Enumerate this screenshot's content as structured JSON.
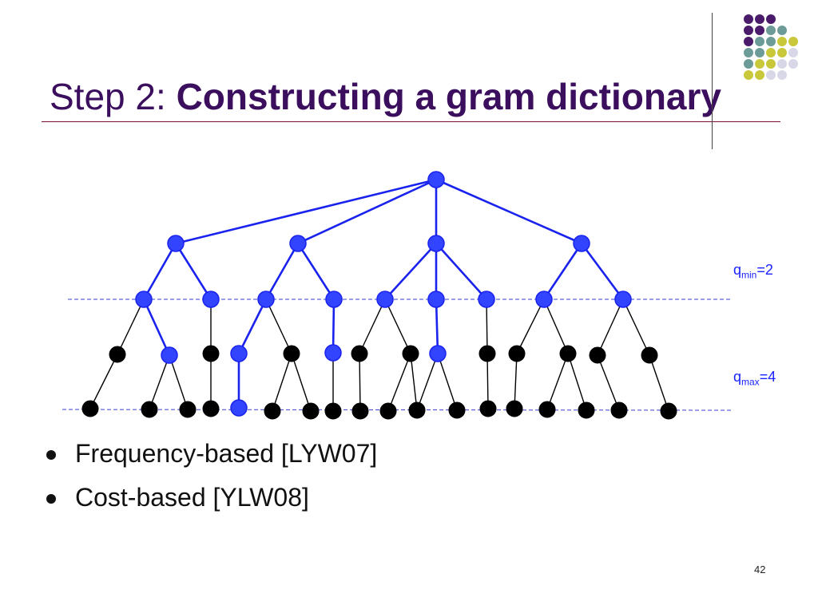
{
  "slide": {
    "title_plain": "Step 2: ",
    "title_bold": "Constructing a gram dictionary",
    "page_number": "42"
  },
  "labels": {
    "qmin_base": "q",
    "qmin_sub": "min",
    "qmin_value": "=2",
    "qmax_base": "q",
    "qmax_sub": "max",
    "qmax_value": "=4"
  },
  "bullets": [
    {
      "text": "Frequency-based [LYW07]"
    },
    {
      "text": "Cost-based [YLW08]"
    }
  ],
  "colors": {
    "title": "#3b0f5e",
    "title_rule": "#7a1030",
    "blue_node": "#3344ff",
    "blue_edge": "#1a23ee",
    "black_node": "#000000",
    "dashed_line": "#3b3fd0",
    "decor_purple": "#4a1a6b",
    "decor_teal": "#6c9b98",
    "decor_yellow": "#c8c83a",
    "decor_lavender": "#d7d7e8"
  },
  "decor_grid": [
    [
      "decor_purple",
      "decor_purple",
      "decor_purple"
    ],
    [
      "decor_purple",
      "decor_purple",
      "decor_teal",
      "decor_teal"
    ],
    [
      "decor_purple",
      "decor_teal",
      "decor_teal",
      "decor_yellow",
      "decor_yellow"
    ],
    [
      "decor_teal",
      "decor_teal",
      "decor_yellow",
      "decor_yellow",
      "decor_lavender"
    ],
    [
      "decor_teal",
      "decor_yellow",
      "decor_yellow",
      "decor_lavender",
      "decor_lavender"
    ],
    [
      "decor_yellow",
      "decor_yellow",
      "decor_lavender",
      "decor_lavender"
    ]
  ],
  "tree": {
    "nodes": [
      {
        "id": "r",
        "color": "blue"
      },
      {
        "id": "a1",
        "color": "blue"
      },
      {
        "id": "a2",
        "color": "blue"
      },
      {
        "id": "a3",
        "color": "blue"
      },
      {
        "id": "a4",
        "color": "blue"
      },
      {
        "id": "b1",
        "color": "blue"
      },
      {
        "id": "b2",
        "color": "blue"
      },
      {
        "id": "b3",
        "color": "blue"
      },
      {
        "id": "b4",
        "color": "blue"
      },
      {
        "id": "b5",
        "color": "blue"
      },
      {
        "id": "b6",
        "color": "blue"
      },
      {
        "id": "b7",
        "color": "blue"
      },
      {
        "id": "b8",
        "color": "blue"
      },
      {
        "id": "b9",
        "color": "blue"
      },
      {
        "id": "c1",
        "color": "black"
      },
      {
        "id": "c2",
        "color": "blue"
      },
      {
        "id": "c3",
        "color": "black"
      },
      {
        "id": "c4",
        "color": "blue"
      },
      {
        "id": "c5",
        "color": "black"
      },
      {
        "id": "c6",
        "color": "blue"
      },
      {
        "id": "c7",
        "color": "black"
      },
      {
        "id": "c8",
        "color": "black"
      },
      {
        "id": "c9",
        "color": "blue"
      },
      {
        "id": "c10",
        "color": "black"
      },
      {
        "id": "c11",
        "color": "black"
      },
      {
        "id": "c12",
        "color": "black"
      },
      {
        "id": "c13",
        "color": "black"
      },
      {
        "id": "c14",
        "color": "black"
      },
      {
        "id": "d1",
        "color": "black"
      },
      {
        "id": "d2",
        "color": "black"
      },
      {
        "id": "d3",
        "color": "black"
      },
      {
        "id": "d4",
        "color": "black"
      },
      {
        "id": "d5",
        "color": "blue"
      },
      {
        "id": "d6",
        "color": "black"
      },
      {
        "id": "d7",
        "color": "black"
      },
      {
        "id": "d8",
        "color": "black"
      },
      {
        "id": "d9",
        "color": "black"
      },
      {
        "id": "d10",
        "color": "black"
      },
      {
        "id": "d11",
        "color": "black"
      },
      {
        "id": "d12",
        "color": "black"
      },
      {
        "id": "d13",
        "color": "black"
      },
      {
        "id": "d14",
        "color": "black"
      },
      {
        "id": "d15",
        "color": "black"
      },
      {
        "id": "d16",
        "color": "black"
      },
      {
        "id": "d17",
        "color": "black"
      },
      {
        "id": "d18",
        "color": "black"
      }
    ],
    "edges": [
      [
        "r",
        "a1",
        "blue"
      ],
      [
        "r",
        "a2",
        "blue"
      ],
      [
        "r",
        "a3",
        "blue"
      ],
      [
        "r",
        "a4",
        "blue"
      ],
      [
        "a1",
        "b1",
        "blue"
      ],
      [
        "a1",
        "b2",
        "blue"
      ],
      [
        "a2",
        "b3",
        "blue"
      ],
      [
        "a2",
        "b4",
        "blue"
      ],
      [
        "a3",
        "b5",
        "blue"
      ],
      [
        "a3",
        "b6",
        "blue"
      ],
      [
        "a3",
        "b7",
        "blue"
      ],
      [
        "a4",
        "b8",
        "blue"
      ],
      [
        "a4",
        "b9",
        "blue"
      ],
      [
        "b1",
        "c1",
        "black"
      ],
      [
        "b1",
        "c2",
        "blue"
      ],
      [
        "b2",
        "c3",
        "black"
      ],
      [
        "b3",
        "c4",
        "blue"
      ],
      [
        "b3",
        "c5",
        "black"
      ],
      [
        "b4",
        "c6",
        "blue"
      ],
      [
        "b5",
        "c7",
        "black"
      ],
      [
        "b5",
        "c8",
        "black"
      ],
      [
        "b6",
        "c9",
        "blue"
      ],
      [
        "b7",
        "c10",
        "black"
      ],
      [
        "b8",
        "c11",
        "black"
      ],
      [
        "b8",
        "c12",
        "black"
      ],
      [
        "b9",
        "c13",
        "black"
      ],
      [
        "b9",
        "c14",
        "black"
      ],
      [
        "c1",
        "d1",
        "black"
      ],
      [
        "c2",
        "d2",
        "black"
      ],
      [
        "c2",
        "d3",
        "black"
      ],
      [
        "c3",
        "d4",
        "black"
      ],
      [
        "c4",
        "d5",
        "blue"
      ],
      [
        "c5",
        "d6",
        "black"
      ],
      [
        "c5",
        "d7",
        "black"
      ],
      [
        "c6",
        "d8",
        "black"
      ],
      [
        "c7",
        "d9",
        "black"
      ],
      [
        "c8",
        "d10",
        "black"
      ],
      [
        "c8",
        "d11",
        "black"
      ],
      [
        "c9",
        "d11",
        "black"
      ],
      [
        "c9",
        "d12",
        "black"
      ],
      [
        "c10",
        "d13",
        "black"
      ],
      [
        "c11",
        "d14",
        "black"
      ],
      [
        "c12",
        "d15",
        "black"
      ],
      [
        "c12",
        "d16",
        "black"
      ],
      [
        "c13",
        "d17",
        "black"
      ],
      [
        "c14",
        "d18",
        "black"
      ]
    ]
  }
}
